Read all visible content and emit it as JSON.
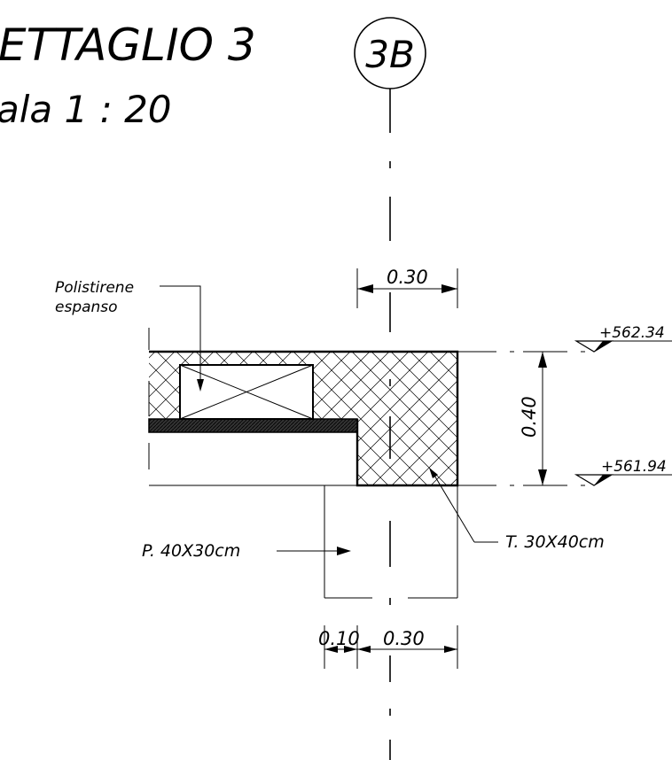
{
  "title": {
    "detail": "ETTAGLIO 3",
    "scale": "ala 1 : 20",
    "section_marker": "3B"
  },
  "labels": {
    "insulation_line1": "Polistirene",
    "insulation_line2": "espanso",
    "beam_t": "T. 30X40cm",
    "beam_p": "P. 40X30cm"
  },
  "dimensions": {
    "top_width": "0.30",
    "height": "0.40",
    "bottom_left": "0.10",
    "bottom_right": "0.30"
  },
  "elevations": {
    "upper": "+562.34",
    "lower": "+561.94"
  }
}
